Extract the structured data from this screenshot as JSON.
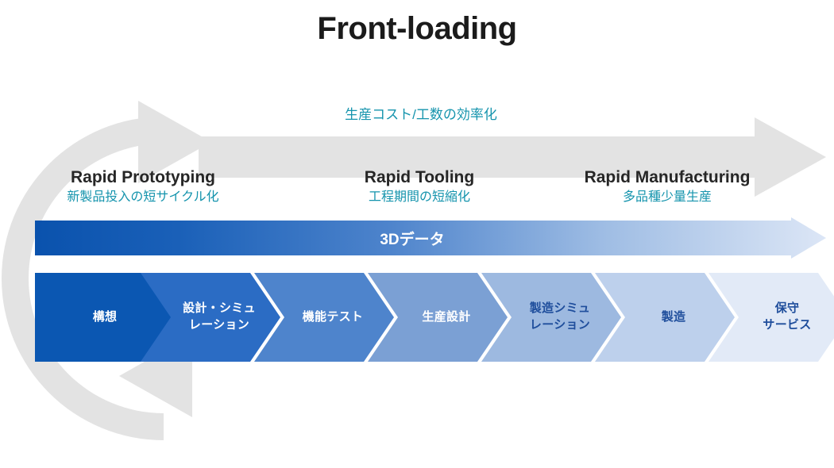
{
  "page": {
    "title": "Front-loading",
    "background_color": "#ffffff"
  },
  "colors": {
    "title": "#1b1b1b",
    "accent_teal": "#1594ad",
    "grey_arrow": "#e3e3e3",
    "cycle_arrow": "#e3e3e3",
    "chevron_darkest": "#0b57b2",
    "chevron_lightest": "#e2eaf7",
    "data_arrow_start": "#0a52ad",
    "data_arrow_end": "#dce6f6"
  },
  "efficiency_caption": "生産コスト/工数の効率化",
  "phases": [
    {
      "title": "Rapid Prototyping",
      "subtitle": "新製品投入の短サイクル化"
    },
    {
      "title": "Rapid Tooling",
      "subtitle": "工程期間の短縮化"
    },
    {
      "title": "Rapid Manufacturing",
      "subtitle": "多品種少量生産"
    }
  ],
  "data_arrow": {
    "label": "3Dデータ"
  },
  "process_steps": [
    {
      "label": "構想",
      "fill": "#0b57b2",
      "text_color": "#ffffff"
    },
    {
      "label": "設計・シミュ\nレーション",
      "fill": "#2b6cc4",
      "text_color": "#ffffff"
    },
    {
      "label": "機能テスト",
      "fill": "#稿",
      "text_color": "#ffffff"
    },
    {
      "label": "生産設計",
      "fill": "#7ba0d4",
      "text_color": "#ffffff"
    },
    {
      "label": "製造シミュ\nレーション",
      "fill": "#9db9e0",
      "text_color": "#1f4e9c"
    },
    {
      "label": "製造",
      "fill": "#bdd0ec",
      "text_color": "#1f4e9c"
    },
    {
      "label": "保守\nサービス",
      "fill": "#e2eaf7",
      "text_color": "#1f4e9c"
    }
  ],
  "process_steps_fills": [
    "#0b57b2",
    "#2b6cc4",
    "#4e84cc",
    "#7ba0d4",
    "#9db9e0",
    "#bdd0ec",
    "#e2eaf7"
  ],
  "icons": {
    "cycle_arrow": "circular-refresh-arrow-icon",
    "grey_band_arrow": "right-arrow-icon",
    "data_arrow": "right-arrow-icon",
    "chevron": "chevron-right-icon"
  }
}
